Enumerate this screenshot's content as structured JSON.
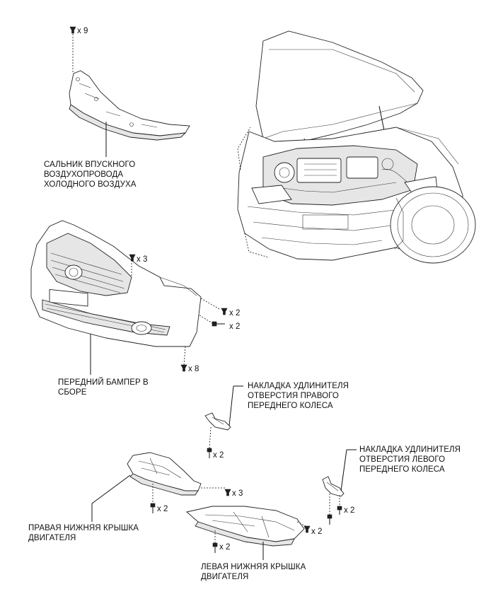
{
  "labels": {
    "intake_seal": [
      "САЛЬНИК ВПУСКНОГО",
      "ВОЗДУХОПРОВОДА",
      "ХОЛОДНОГО ВОЗДУХА"
    ],
    "front_bumper": [
      "ПЕРЕДНИЙ БАМПЕР В",
      "СБОРЕ"
    ],
    "right_wheel_liner_ext": [
      "НАКЛАДКА УДЛИНИТЕЛЯ",
      "ОТВЕРСТИЯ ПРАВОГО",
      "ПЕРЕДНЕГО КОЛЕСА"
    ],
    "left_wheel_liner_ext": [
      "НАКЛАДКА УДЛИНИТЕЛЯ",
      "ОТВЕРСТИЯ ЛЕВОГО",
      "ПЕРЕДНЕГО КОЛЕСА"
    ],
    "right_under_cover": [
      "ПРАВАЯ НИЖНЯЯ КРЫШКА",
      "ДВИГАТЕЛЯ"
    ],
    "left_under_cover": [
      "ЛЕВАЯ НИЖНЯЯ КРЫШКА",
      "ДВИГАТЕЛЯ"
    ]
  },
  "quantities": {
    "seal_clips": "x 9",
    "bumper_top_clips": "x 3",
    "bumper_side_clip": "x 2",
    "bumper_side_screw": "x 2",
    "bumper_bottom_clips": "x 8",
    "right_ext_screw": "x 2",
    "right_cover_screw": "x 2",
    "covers_join_clips": "x 3",
    "left_ext_screw": "x 2",
    "left_cover_screw": "x 2",
    "left_cover_clips": "x 2"
  }
}
